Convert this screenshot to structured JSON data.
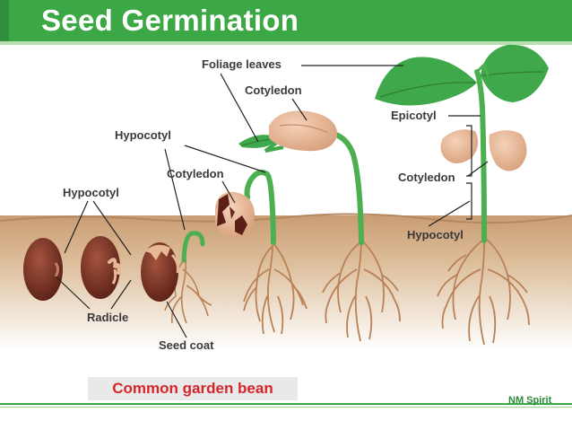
{
  "header": {
    "title": "Seed Germination"
  },
  "labels": {
    "foliage_leaves": "Foliage leaves",
    "cotyledon_top": "Cotyledon",
    "epicotyl": "Epicotyl",
    "hypocotyl_top": "Hypocotyl",
    "cotyledon_mid": "Cotyledon",
    "cotyledon_right": "Cotyledon",
    "hypocotyl_left": "Hypocotyl",
    "hypocotyl_right": "Hypocotyl",
    "radicle": "Radicle",
    "seed_coat": "Seed coat"
  },
  "caption": "Common garden bean",
  "brand": "NM Spirit",
  "colors": {
    "header_green": "#3ca845",
    "soil": "#c99d73",
    "seed": "#7a3323",
    "stem": "#4caf50",
    "leaf": "#3fa84a",
    "cotyledon": "#e7b896",
    "root": "#b98156",
    "caption_text": "#d7262b"
  }
}
